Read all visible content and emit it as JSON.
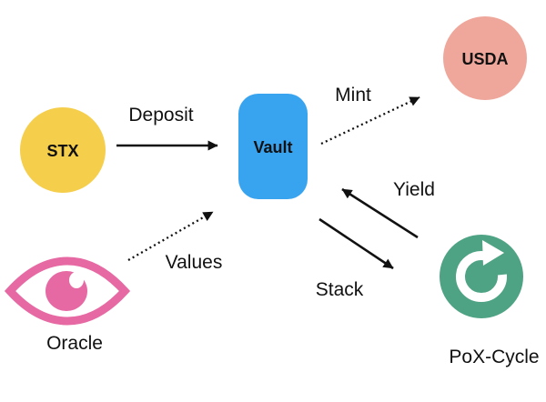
{
  "diagram": {
    "nodes": {
      "stx": {
        "label": "STX",
        "shape": "circle",
        "color": "#F5CE4B"
      },
      "vault": {
        "label": "Vault",
        "shape": "rounded-rectangle",
        "color": "#38A4F0"
      },
      "usda": {
        "label": "USDA",
        "shape": "circle",
        "color": "#EFA79B"
      },
      "oracle": {
        "label": "Oracle",
        "icon": "eye-icon",
        "color": "#E669A3"
      },
      "pox_cycle": {
        "label": "PoX-Cycle",
        "icon": "refresh-cycle-icon",
        "color": "#4FA385"
      }
    },
    "edges": {
      "deposit": {
        "label": "Deposit",
        "from": "STX",
        "to": "Vault",
        "line_style": "solid"
      },
      "mint": {
        "label": "Mint",
        "from": "Vault",
        "to": "USDA",
        "line_style": "dotted"
      },
      "values": {
        "label": "Values",
        "from": "Oracle",
        "to": "Vault",
        "line_style": "dotted"
      },
      "yield": {
        "label": "Yield",
        "from": "PoX-Cycle",
        "to": "Vault",
        "line_style": "solid"
      },
      "stack": {
        "label": "Stack",
        "from": "Vault",
        "to": "PoX-Cycle",
        "line_style": "solid"
      }
    },
    "colors": {
      "arrow": "#111111",
      "text": "#111111",
      "background": "#FFFFFF",
      "icon_inner": "#FFFFFF"
    }
  }
}
